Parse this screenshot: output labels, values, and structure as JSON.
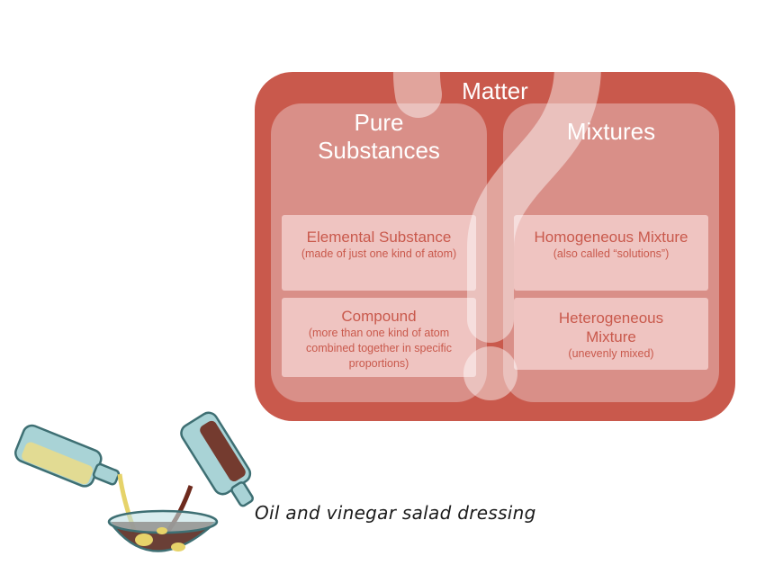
{
  "diagram": {
    "title": "Matter",
    "left": {
      "title_line1": "Pure",
      "title_line2": "Substances",
      "cards": [
        {
          "name": "Elemental Substance",
          "note": "(made of just one kind of atom)"
        },
        {
          "name": "Compound",
          "note": "(more than one kind of atom combined together in specific proportions)"
        }
      ]
    },
    "right": {
      "title": "Mixtures",
      "cards": [
        {
          "name": "Homogeneous Mixture",
          "note": "(also called “solutions”)"
        },
        {
          "name": "Heterogeneous Mixture",
          "note": "(unevenly mixed)"
        }
      ]
    }
  },
  "caption": "Oil and vinegar salad dressing",
  "colors": {
    "outer": "#c9594c",
    "column": "#d98f88",
    "card": "#efc4c1",
    "text_dark": "#c9594c"
  },
  "icons": [
    "question-mark-overlay",
    "oil-bottle-icon",
    "vinegar-bottle-icon",
    "mixing-bowl-icon"
  ]
}
